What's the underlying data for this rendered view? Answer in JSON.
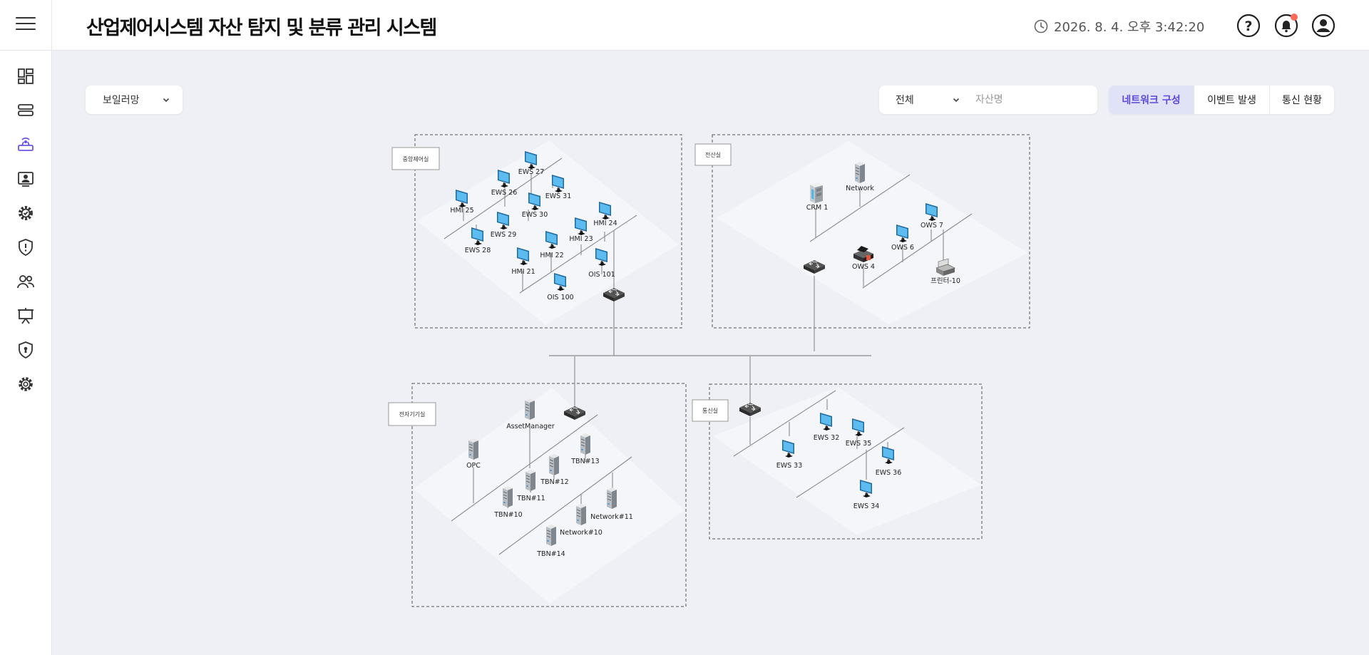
{
  "header": {
    "title": "산업제어시스템 자산 탐지 및 분류 관리 시스템",
    "datetime": "2026. 8. 4. 오후 3:42:20",
    "icons": [
      "menu-icon",
      "clock-icon",
      "help-icon",
      "bell-icon",
      "user-icon"
    ]
  },
  "sidebar": {
    "items": [
      {
        "icon": "dashboard-icon"
      },
      {
        "icon": "server-list-icon"
      },
      {
        "icon": "network-router-icon",
        "active": true
      },
      {
        "icon": "monitor-user-icon"
      },
      {
        "icon": "gear-check-icon"
      },
      {
        "icon": "shield-alert-icon"
      },
      {
        "icon": "users-icon"
      },
      {
        "icon": "presentation-icon"
      },
      {
        "icon": "shield-keyhole-icon"
      },
      {
        "icon": "settings-icon"
      }
    ]
  },
  "controls": {
    "network_select": "보일러망",
    "type_select": "전체",
    "asset_placeholder": "자산명",
    "tabs": [
      {
        "label": "네트워크 구성",
        "active": true
      },
      {
        "label": "이벤트 발생",
        "active": false
      },
      {
        "label": "통신 현황",
        "active": false
      }
    ]
  },
  "colors": {
    "accent": "#5a48e0",
    "tab_active_bg": "#e0e3f5",
    "notification": "#ff6b5a",
    "monitor": "#4aa8e0"
  },
  "diagram": {
    "zones": [
      {
        "id": "control",
        "label": "중앙제어실"
      },
      {
        "id": "computer",
        "label": "전산실"
      },
      {
        "id": "electric",
        "label": "전자기기실"
      },
      {
        "id": "comm",
        "label": "통신실"
      }
    ],
    "devices": [
      {
        "zone": "control",
        "type": "monitor",
        "label": "EWS 27"
      },
      {
        "zone": "control",
        "type": "monitor",
        "label": "EWS 26"
      },
      {
        "zone": "control",
        "type": "monitor",
        "label": "EWS 31"
      },
      {
        "zone": "control",
        "type": "monitor",
        "label": "HMI 25"
      },
      {
        "zone": "control",
        "type": "monitor",
        "label": "EWS 30"
      },
      {
        "zone": "control",
        "type": "monitor",
        "label": "HMI 24"
      },
      {
        "zone": "control",
        "type": "monitor",
        "label": "EWS 29"
      },
      {
        "zone": "control",
        "type": "monitor",
        "label": "HMI 23"
      },
      {
        "zone": "control",
        "type": "monitor",
        "label": "EWS 28"
      },
      {
        "zone": "control",
        "type": "monitor",
        "label": "HMI 22"
      },
      {
        "zone": "control",
        "type": "monitor",
        "label": "HMI 21"
      },
      {
        "zone": "control",
        "type": "monitor",
        "label": "OIS 101"
      },
      {
        "zone": "control",
        "type": "monitor",
        "label": "OIS 100"
      },
      {
        "zone": "computer",
        "type": "server",
        "label": "Network"
      },
      {
        "zone": "computer",
        "type": "crm",
        "label": "CRM 1"
      },
      {
        "zone": "computer",
        "type": "monitor",
        "label": "OWS 7"
      },
      {
        "zone": "computer",
        "type": "monitor",
        "label": "OWS 6"
      },
      {
        "zone": "computer",
        "type": "ows",
        "label": "OWS 4"
      },
      {
        "zone": "computer",
        "type": "printer",
        "label": "프린터-10"
      },
      {
        "zone": "electric",
        "type": "server",
        "label": "AssetManager"
      },
      {
        "zone": "electric",
        "type": "server",
        "label": "OPC"
      },
      {
        "zone": "electric",
        "type": "server",
        "label": "TBN#13"
      },
      {
        "zone": "electric",
        "type": "server",
        "label": "TBN#12"
      },
      {
        "zone": "electric",
        "type": "server",
        "label": "TBN#11"
      },
      {
        "zone": "electric",
        "type": "server",
        "label": "TBN#10"
      },
      {
        "zone": "electric",
        "type": "server",
        "label": "Network#11"
      },
      {
        "zone": "electric",
        "type": "server",
        "label": "Network#10"
      },
      {
        "zone": "electric",
        "type": "server",
        "label": "TBN#14"
      },
      {
        "zone": "comm",
        "type": "monitor",
        "label": "EWS 32"
      },
      {
        "zone": "comm",
        "type": "monitor",
        "label": "EWS 35"
      },
      {
        "zone": "comm",
        "type": "monitor",
        "label": "EWS 33"
      },
      {
        "zone": "comm",
        "type": "monitor",
        "label": "EWS 36"
      },
      {
        "zone": "comm",
        "type": "monitor",
        "label": "EWS 34"
      }
    ]
  }
}
